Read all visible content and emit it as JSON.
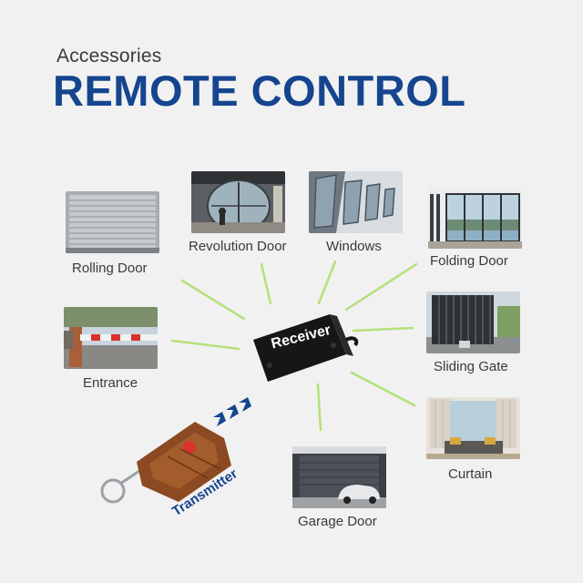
{
  "header": {
    "subtitle": "Accessories",
    "title": "REMOTE CONTROL"
  },
  "hub": {
    "receiver_label": "Receiver",
    "transmitter_label": "Transmitter"
  },
  "accessories": {
    "rolling_door": "Rolling Door",
    "revolution_door": "Revolution Door",
    "windows": "Windows",
    "folding_door": "Folding Door",
    "entrance": "Entrance",
    "sliding_gate": "Sliding Gate",
    "curtain": "Curtain",
    "garage_door": "Garage Door"
  },
  "colors": {
    "title_blue": "#16458f",
    "connector_green": "#b5e07a",
    "background": "#f1f1f1"
  }
}
